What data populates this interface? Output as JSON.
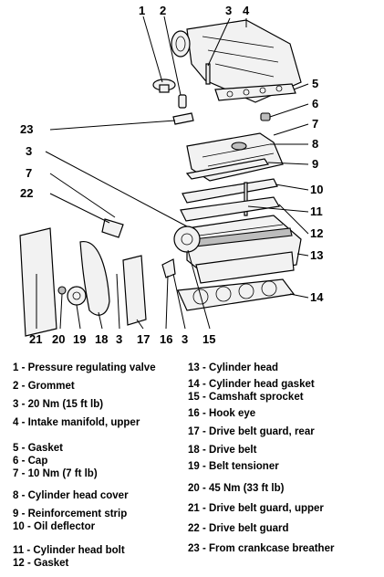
{
  "callouts": {
    "n1": "1",
    "n2": "2",
    "n3": "3",
    "n4": "4",
    "n5": "5",
    "n6": "6",
    "n7": "7",
    "n8": "8",
    "n9": "9",
    "n10": "10",
    "n11": "11",
    "n12": "12",
    "n13": "13",
    "n14": "14",
    "n15": "15",
    "n16": "16",
    "n17": "17",
    "n18": "18",
    "n19": "19",
    "n20": "20",
    "n21": "21",
    "n22": "22",
    "n23": "23"
  },
  "legend": {
    "left": [
      "1 - Pressure regulating valve",
      "2 - Grommet",
      "3 - 20 Nm (15 ft lb)",
      "4 - Intake manifold, upper",
      "5 - Gasket",
      "6 - Cap",
      "7 - 10 Nm (7 ft lb)",
      "8 - Cylinder head cover",
      "9 - Reinforcement strip",
      "10 - Oil deflector",
      "11 - Cylinder head bolt",
      "12 - Gasket"
    ],
    "right": [
      "13 - Cylinder head",
      "14 - Cylinder head gasket",
      "15 - Camshaft sprocket",
      "16 - Hook eye",
      "17 - Drive belt guard, rear",
      "18 - Drive belt",
      "19 - Belt tensioner",
      "20 - 45 Nm (33 ft lb)",
      "21 - Drive belt guard, upper",
      "22 - Drive belt guard",
      "23 - From crankcase breather"
    ]
  }
}
